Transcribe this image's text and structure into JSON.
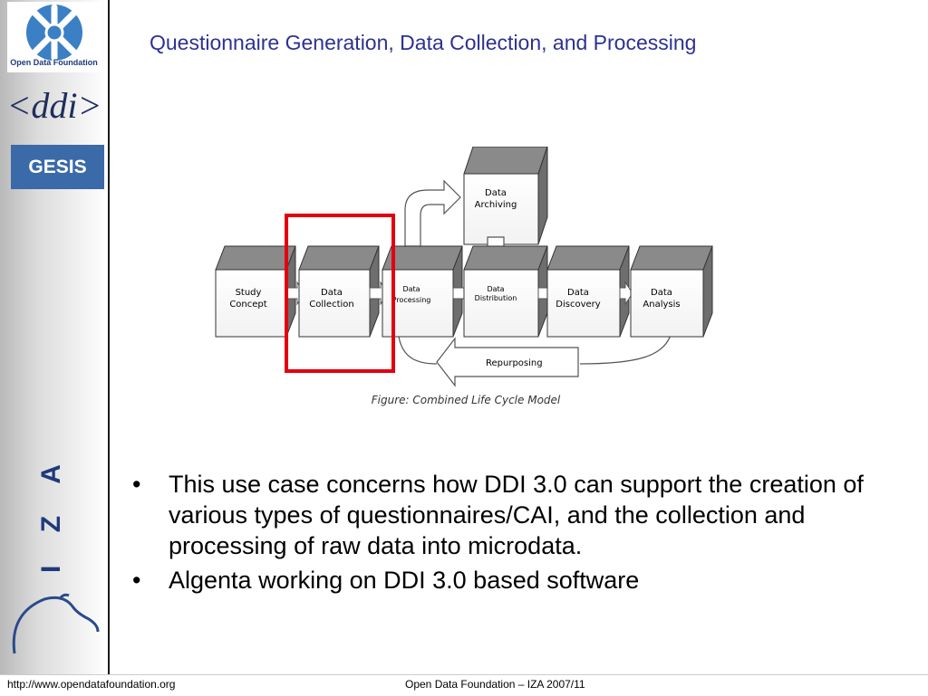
{
  "sidebar": {
    "odf_logo_text": "Open Data Foundation",
    "ddi_logo_text": "<ddi>",
    "gesis_logo_text": "GESIS",
    "iza_logo_text": "I Z A"
  },
  "slide": {
    "title": "Questionnaire Generation, Data Collection, and Processing"
  },
  "diagram": {
    "boxes": {
      "study_concept": [
        "Study",
        "Concept"
      ],
      "data_collection": [
        "Data",
        "Collection"
      ],
      "data_processing": [
        "Data",
        "Processing"
      ],
      "data_distribution": [
        "Data",
        "Distribution"
      ],
      "data_discovery": [
        "Data",
        "Discovery"
      ],
      "data_analysis": [
        "Data",
        "Analysis"
      ],
      "data_archiving": [
        "Data",
        "Archiving"
      ]
    },
    "repurposing_label": "Repurposing",
    "caption": "Figure: Combined Life Cycle Model",
    "highlight_color": "#e3000f"
  },
  "bullets": [
    "This use case concerns how DDI 3.0 can support the creation of various types of questionnaires/CAI, and the collection and processing of raw data into microdata.",
    "Algenta working on DDI 3.0 based software"
  ],
  "footer": {
    "url": "http://www.opendatafoundation.org",
    "center": "Open Data Foundation – IZA 2007/11"
  },
  "colors": {
    "title": "#2e3192",
    "gesis_bg": "#3a6aa8",
    "odf_blue": "#3b7fc4"
  }
}
